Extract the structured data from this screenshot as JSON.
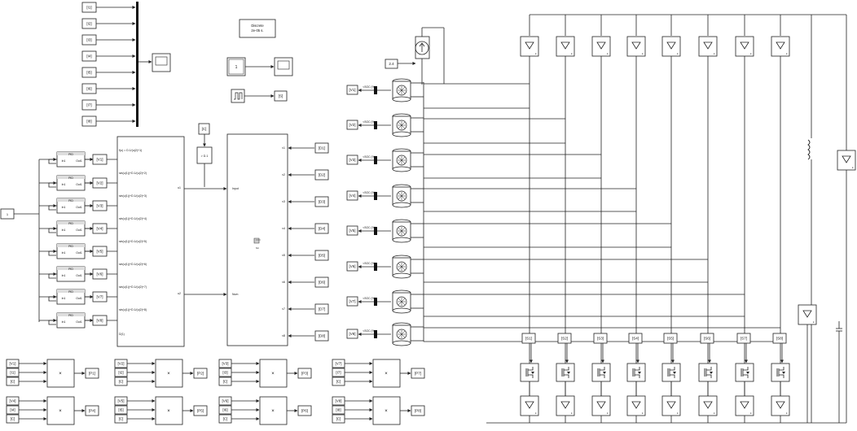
{
  "top_scope_tags": [
    "[I1]",
    "[I2]",
    "[I3]",
    "[I4]",
    "[I5]",
    "[I6]",
    "[I7]",
    "[I8]"
  ],
  "display": {
    "line1": "Discrete",
    "line2": "2e-05 s."
  },
  "constant_one": "1",
  "pulse_goto": "[S]",
  "ripple_const": "2.4",
  "main_const": "1",
  "fcn_labels": [
    "f(u) = D.1/(u(2)+1)",
    "sin(u(1))+D.1/(u(2)+2)",
    "sin(u(1))+D.1/(u(2)+3)",
    "sin(u(1))+D.1/(u(2)+4)",
    "sin(u(1))+D.1/(u(2)+5)",
    "sin(u(1))+D.1/(u(2)+6)",
    "sin(u(1))+D.1/(u(2)+7)",
    "sin(u(1))+D.1/(u(2)+8)"
  ],
  "left_subsystem": {
    "in1": "In1",
    "out1": "Out1"
  },
  "pid_label": "PID",
  "gain_label": "> D.1",
  "c_tag": "[C]",
  "left_goto_tags": [
    "[V1]",
    "[V2]",
    "[V3]",
    "[V4]",
    "[V5]",
    "[V6]",
    "[V7]",
    "[V8]"
  ],
  "big_subsystem": {
    "in_top": "Input",
    "in_bottom": "Num",
    "ports_out": [
      "v1",
      "v2",
      "v3",
      "v4",
      "v5",
      "v6",
      "v7",
      "v8"
    ],
    "in_left": [
      "u1",
      "u2"
    ]
  },
  "from_tags_mid": [
    "[D1]",
    "[D2]",
    "[D3]",
    "[D4]",
    "[D5]",
    "[D6]",
    "[D7]",
    "[D8]"
  ],
  "battery_tags": [
    "[V1]",
    "[V2]",
    "[V3]",
    "[V4]",
    "[V5]",
    "[V6]",
    "[V7]",
    "[V8]"
  ],
  "battery_label": "<SOC (%)>",
  "bottom_products": [
    {
      "in": [
        "[V1]",
        "[I1]",
        "[C]"
      ],
      "out": "[P1]"
    },
    {
      "in": [
        "[V2]",
        "[I2]",
        "[C]"
      ],
      "out": "[P2]"
    },
    {
      "in": [
        "[V3]",
        "[I3]",
        "[C]"
      ],
      "out": "[P3]"
    },
    {
      "in": [
        "[V7]",
        "[I7]",
        "[C]"
      ],
      "out": "[P7]"
    },
    {
      "in": [
        "[V4]",
        "[I4]",
        "[C]"
      ],
      "out": "[P4]"
    },
    {
      "in": [
        "[V5]",
        "[I5]",
        "[C]"
      ],
      "out": "[P5]"
    },
    {
      "in": [
        "[V6]",
        "[I6]",
        "[C]"
      ],
      "out": "[P6]"
    },
    {
      "in": [
        "[V8]",
        "[I8]",
        "[C]"
      ],
      "out": "[P8]"
    }
  ],
  "product_symbol": "×",
  "switch_tags": [
    "[S1]",
    "[S2]",
    "[S3]",
    "[S4]",
    "[S5]",
    "[S6]",
    "[S7]",
    "[S8]"
  ],
  "diode_port_label": "a"
}
